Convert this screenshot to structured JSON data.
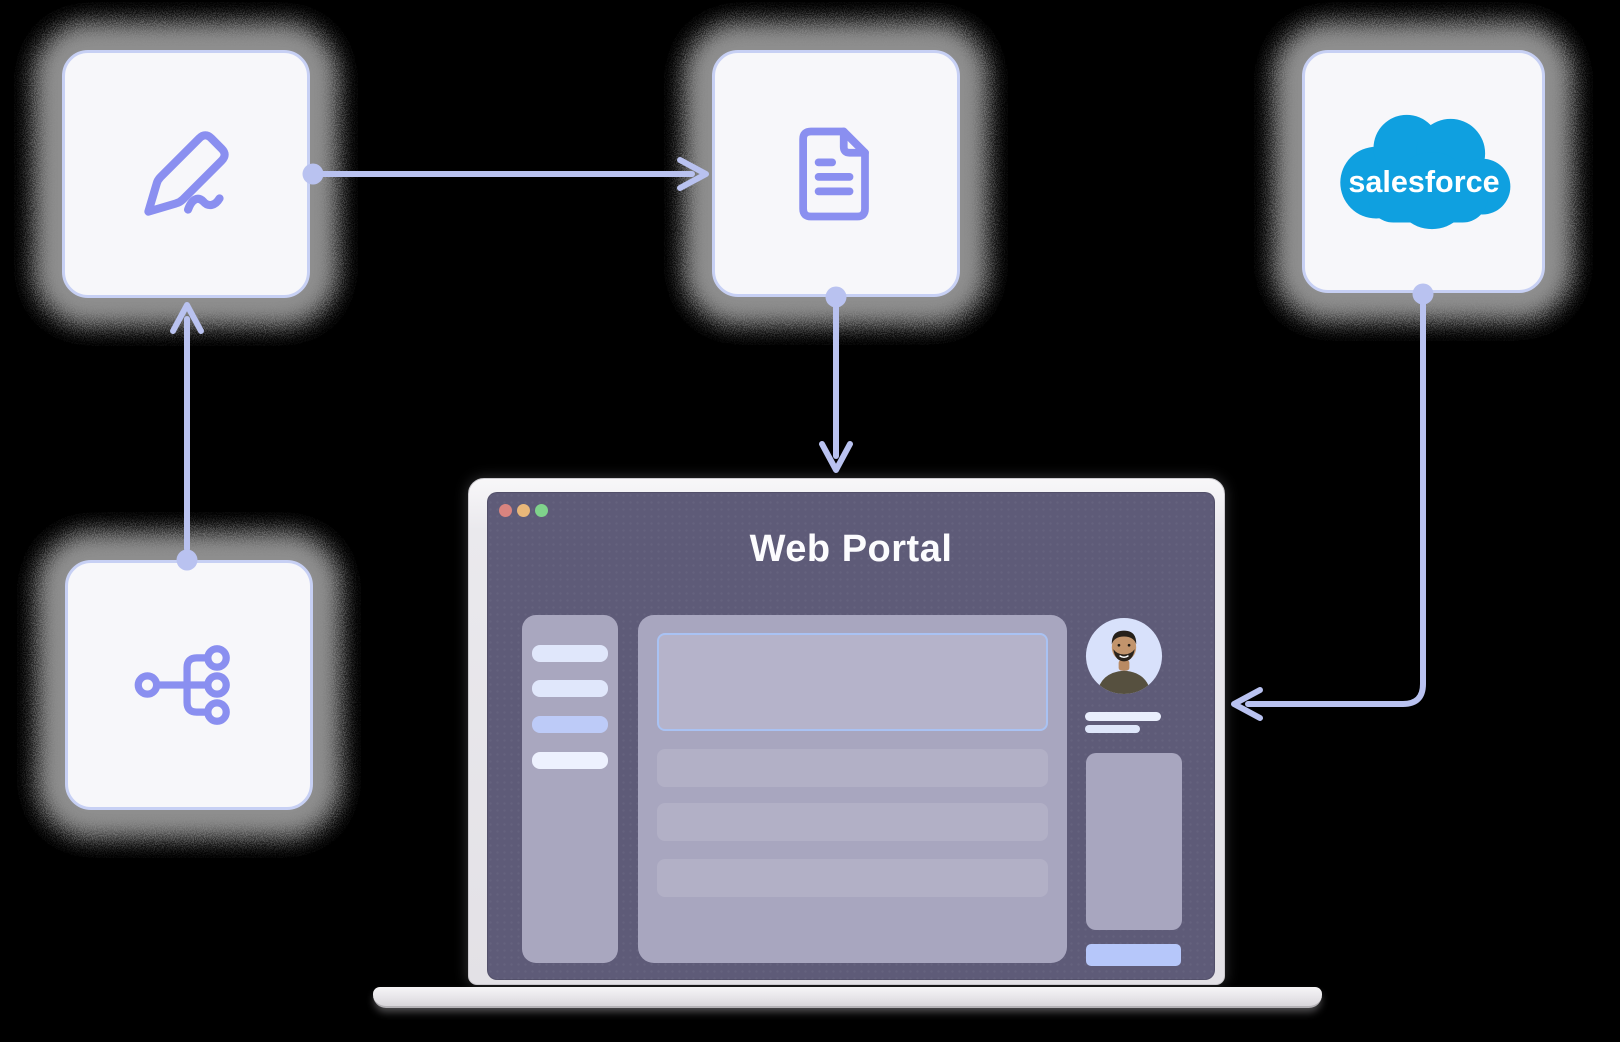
{
  "diagram": {
    "background": "#000000",
    "nodes": [
      {
        "id": "signature",
        "icon": "signature-pencil-icon"
      },
      {
        "id": "document",
        "icon": "document-icon"
      },
      {
        "id": "salesforce",
        "icon": "salesforce-cloud-logo",
        "logo_text": "salesforce"
      },
      {
        "id": "flow-branch",
        "icon": "flow-branch-icon"
      }
    ],
    "connections": [
      {
        "from": "signature",
        "to": "document",
        "direction": "right"
      },
      {
        "from": "document",
        "to": "web-portal",
        "direction": "down"
      },
      {
        "from": "flow-branch",
        "to": "signature",
        "direction": "up"
      },
      {
        "from": "salesforce",
        "to": "web-portal",
        "direction": "down-then-left"
      }
    ]
  },
  "portal": {
    "title": "Web Portal",
    "window_controls": [
      "close",
      "minimize",
      "expand"
    ],
    "sidebar_item_count": 4,
    "content_row_count": 3,
    "has_avatar": true
  },
  "colors": {
    "card_fill": "#f7f7fa",
    "card_border": "#c7d0f4",
    "icon_purple": "#8a8ff0",
    "arrow": "#b9c2f0",
    "noise_shadow": "#8e8e8e",
    "screen_background": "#5e5b78",
    "panel_fill": "#a8a6bf",
    "row_fill": "#b2b0c6",
    "field_border": "#a9c2f3",
    "accent_bar": "#bdcbf8",
    "button_fill": "#b6c7fa",
    "salesforce_blue": "#0fa0e0",
    "traffic_red": "#d9847f",
    "traffic_orange": "#e9b779",
    "traffic_green": "#7fd38b"
  }
}
